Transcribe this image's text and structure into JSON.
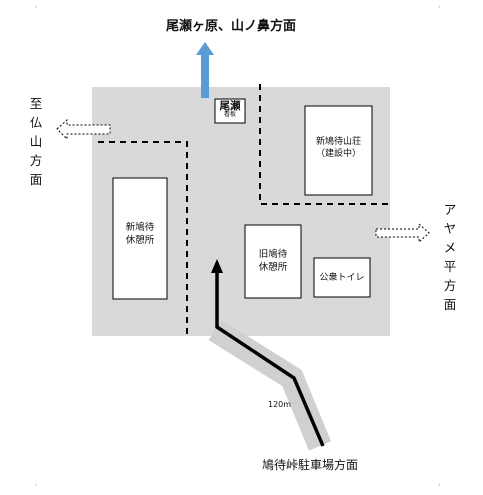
{
  "labels": {
    "north": "尾瀬ヶ原、山ノ鼻方面",
    "west": [
      "至",
      "仏",
      "山",
      "方",
      "面"
    ],
    "east": [
      "ア",
      "ヤ",
      "メ",
      "平",
      "方",
      "面"
    ],
    "south": "鳩待峠駐車場方面",
    "distance": "120m"
  },
  "facilities": {
    "oze_board": {
      "line1": "尾瀬",
      "line2": "看板"
    },
    "new_lodge": {
      "line1": "新鳩待山荘",
      "line2": "（建設中）"
    },
    "new_rest": {
      "line1": "新鳩待",
      "line2": "休憩所"
    },
    "old_rest": {
      "line1": "旧鳩待",
      "line2": "休憩所"
    },
    "toilet": "公衆トイレ"
  },
  "colors": {
    "area": "#d9d9d9",
    "north_arrow": "#5b9bd5",
    "path_shadow": "#d0d0d0",
    "route": "#000000"
  }
}
